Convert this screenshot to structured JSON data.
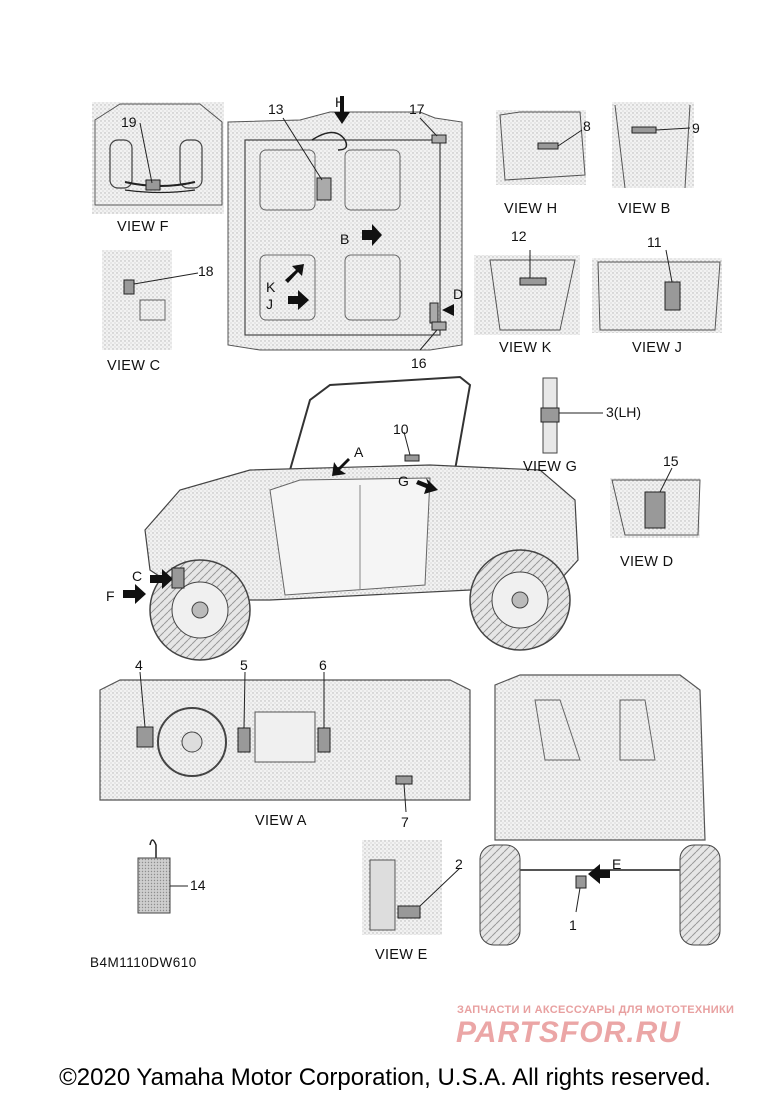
{
  "views": {
    "f": "VIEW F",
    "h": "VIEW H",
    "b": "VIEW B",
    "c": "VIEW C",
    "k": "VIEW K",
    "j": "VIEW J",
    "g": "VIEW G",
    "d": "VIEW D",
    "a": "VIEW A",
    "e": "VIEW E"
  },
  "callouts": {
    "n1": "1",
    "n2": "2",
    "n3": "3(LH)",
    "n4": "4",
    "n5": "5",
    "n6": "6",
    "n7": "7",
    "n8": "8",
    "n9": "9",
    "n10": "10",
    "n11": "11",
    "n12": "12",
    "n13": "13",
    "n14": "14",
    "n15": "15",
    "n16": "16",
    "n17": "17",
    "n18": "18",
    "n19": "19"
  },
  "arrows": {
    "a": "A",
    "b": "B",
    "c": "C",
    "d": "D",
    "e": "E",
    "f": "F",
    "g": "G",
    "h": "H",
    "j": "J",
    "k": "K"
  },
  "diagram_code": "B4M1110DW610",
  "watermark": {
    "tagline": "ЗАПЧАСТИ И АКСЕССУАРЫ ДЛЯ МОТОТЕХНИКИ",
    "brand": "PARTSFOR.RU"
  },
  "copyright": "©2020 Yamaha Motor Corporation, U.S.A. All rights reserved.",
  "colors": {
    "line": "#333333",
    "shade": "#d4d4d4",
    "label_fill": "#bdbdbd",
    "watermark": "#e8a0a0"
  }
}
